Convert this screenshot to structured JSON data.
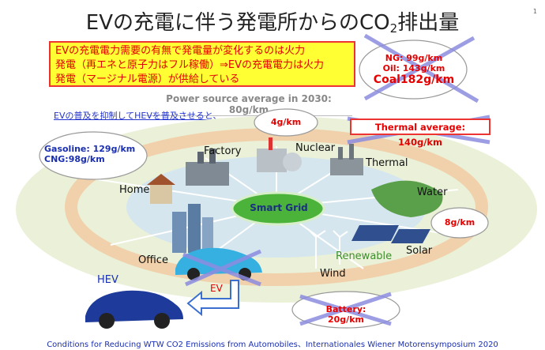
{
  "slide": {
    "title_main": "EVの充電に伴う発電所からのCO",
    "title_sub": "2",
    "title_end": "排出量",
    "page_number": "1",
    "yellow_note_line1": "EVの充電電力需要の有無で発電量が変化するのは火力",
    "yellow_note_line2": "発電（再エネと原子力はフル稼働）⇒EVの充電電力は火力",
    "yellow_note_line3": "発電（マージナル電源）が供給している",
    "power_source_avg": "Power source average in 2030: 80g/km",
    "hev_promo": "EVの普及を抑制してHEVを普及させると、",
    "thermal_average": "Thermal average:  140g/km",
    "footer": "Conditions for Reducing WTW CO2 Emissions from Automobiles、Internationales Wiener Motorensymposium 2020"
  },
  "clouds": {
    "fossil": {
      "ng": "NG: 99g/km",
      "oil": "Oil: 143g/km",
      "coal": "Coal182g/km"
    },
    "gasoline": {
      "gasoline": "Gasoline: 129g/km",
      "cng": "CNG:98g/km"
    },
    "nuclear": "4g/km",
    "renewable": "8g/km",
    "battery": "Battery: 20g/km"
  },
  "diagram": {
    "center": "Smart Grid",
    "factory": "Factory",
    "nuclear": "Nuclear",
    "thermal": "Thermal",
    "home": "Home",
    "water": "Water",
    "solar": "Solar",
    "office": "Office",
    "renewable": "Renewable",
    "wind": "Wind",
    "hev": "HEV",
    "ev": "EV"
  },
  "colors": {
    "accent_red": "#e60000",
    "note_yellow": "#ffff33",
    "smart_grid_green": "#4bb33a",
    "strike_blue": "#8c8ce0",
    "footer_blue": "#1a2fb0"
  }
}
